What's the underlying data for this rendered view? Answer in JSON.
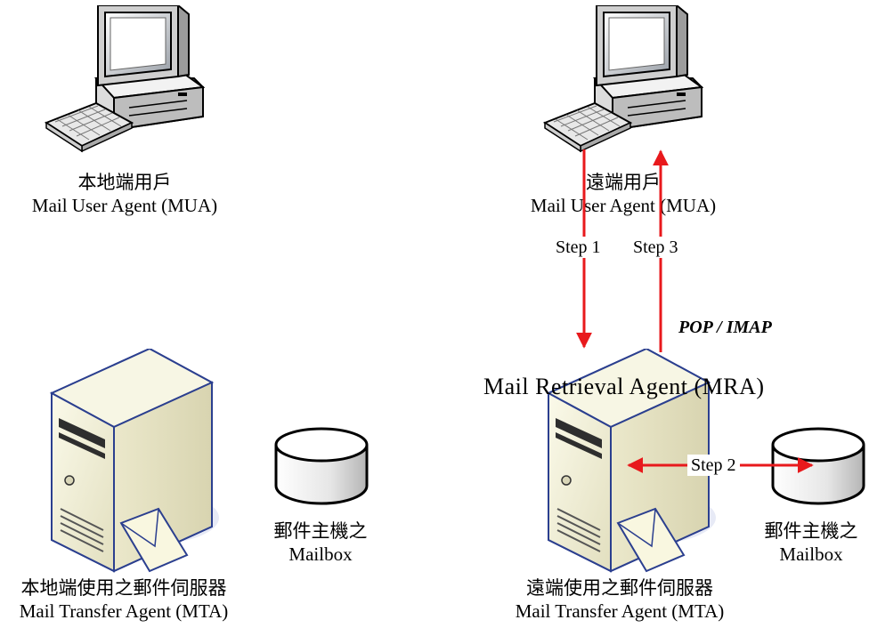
{
  "local_mua": {
    "title": "本地端用戶",
    "subtitle": "Mail User Agent (MUA)"
  },
  "remote_mua": {
    "title": "遠端用戶",
    "subtitle": "Mail User Agent (MUA)"
  },
  "local_mta": {
    "title": "本地端使用之郵件伺服器",
    "subtitle": "Mail Transfer Agent (MTA)"
  },
  "remote_mta": {
    "title": "遠端使用之郵件伺服器",
    "subtitle": "Mail Transfer Agent (MTA)"
  },
  "local_mailbox": {
    "title": "郵件主機之",
    "subtitle": "Mailbox"
  },
  "remote_mailbox": {
    "title": "郵件主機之",
    "subtitle": "Mailbox"
  },
  "mra_label": "Mail Retrieval Agent (MRA)",
  "protocol_label": "POP / IMAP",
  "steps": {
    "step1": "Step 1",
    "step2": "Step 2",
    "step3": "Step 3"
  },
  "colors": {
    "arrow": "#e8191c",
    "server_body": "#f3f2dc",
    "server_outline": "#2b3f8f"
  }
}
